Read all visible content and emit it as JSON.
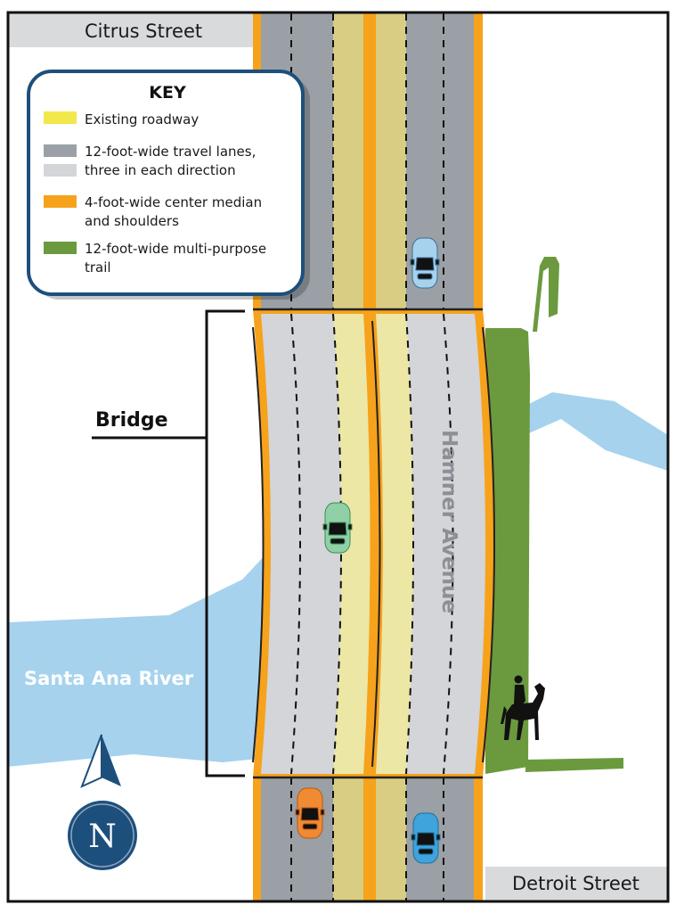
{
  "streets": {
    "north": "Citrus Street",
    "south": "Detroit Street",
    "avenue": "Hamner Avenue"
  },
  "bridge_label": "Bridge",
  "river_label": "Santa Ana River",
  "key": {
    "title": "KEY",
    "items": [
      {
        "lines": [
          "Existing roadway"
        ],
        "color": "#f2e84b"
      },
      {
        "lines": [
          "12-foot-wide travel lanes,",
          "three in each direction"
        ],
        "color": "#9aa0a6",
        "color2": "#d3d5d8"
      },
      {
        "lines": [
          "4-foot-wide center median",
          "and shoulders"
        ],
        "color": "#f7a21b"
      },
      {
        "lines": [
          "12-foot-wide multi-purpose",
          "trail"
        ],
        "color": "#6b9a3e"
      }
    ]
  },
  "north_arrow": {
    "letter": "N"
  },
  "colors": {
    "river": "#a6d2ee",
    "trail": "#6b9a3e",
    "shoulder": "#f7a21b",
    "lane_dark": "#9aa0a6",
    "lane_light": "#d3d5d8",
    "existing": "#d8cd82",
    "existing_bridge": "#ece7a4",
    "key_border": "#1d4f7c",
    "north_blue": "#1d4f7c"
  },
  "icons": [
    "car-icon",
    "horse-rider-icon",
    "north-arrow-icon"
  ]
}
